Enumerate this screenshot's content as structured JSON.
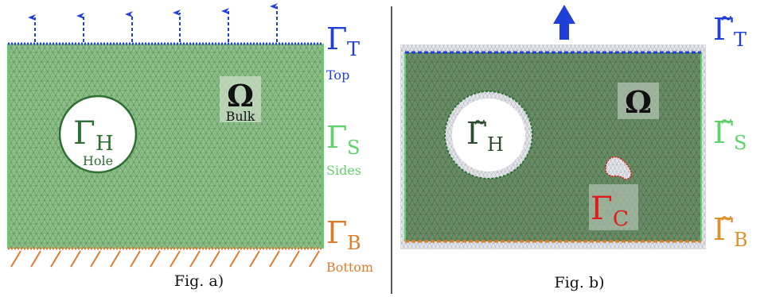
{
  "panel_a": {
    "caption": "Fig. a)",
    "domain_symbol": "Ω",
    "domain_label": "Bulk",
    "hole_symbol": "Γ",
    "hole_sub": "H",
    "hole_label": "Hole",
    "top_symbol": "Γ",
    "top_sub": "T",
    "top_label": "Top",
    "sides_symbol": "Γ",
    "sides_sub": "S",
    "sides_label": "Sides",
    "bottom_symbol": "Γ",
    "bottom_sub": "B",
    "bottom_label": "Bottom"
  },
  "panel_b": {
    "caption": "Fig. b)",
    "domain_symbol": "Ω",
    "hole_symbol": "Γ̃",
    "hole_sub": "H",
    "crack_symbol": "Γ",
    "crack_sub": "C",
    "top_symbol": "Γ̃",
    "top_sub": "T",
    "sides_symbol": "Γ̃",
    "sides_sub": "S",
    "bottom_symbol": "Γ̃",
    "bottom_sub": "B"
  },
  "colors": {
    "blue": "#1f3fd6",
    "green_dark": "#2d6e33",
    "green_light": "#5fd36a",
    "orange": "#e07b2a",
    "red": "#e01b1b",
    "mesh_a": "#8ec08a",
    "mesh_b": "#6a8e68"
  }
}
